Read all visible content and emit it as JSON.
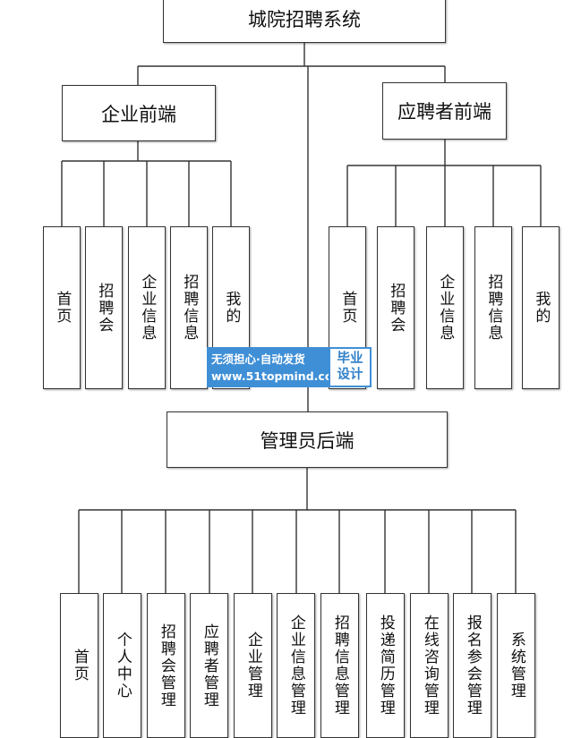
{
  "diagram": {
    "title": "城院招聘系统",
    "enterprise": {
      "label": "企业前端",
      "items": [
        "首页",
        "招聘会",
        "企业信息",
        "招聘信息",
        "我的"
      ]
    },
    "applicant": {
      "label": "应聘者前端",
      "items": [
        "首页",
        "招聘会",
        "企业信息",
        "招聘信息",
        "我的"
      ]
    },
    "admin": {
      "label": "管理员后端",
      "items": [
        "首页",
        "个人中心",
        "招聘会管理",
        "应聘者管理",
        "企业管理",
        "企业信息管理",
        "招聘信息管理",
        "投递简历管理",
        "在线咨询管理",
        "报名参会管理",
        "系统管理"
      ]
    }
  },
  "watermark": {
    "line1": "无须担心·自动发货",
    "line2": "www.51topmind.com",
    "badge_line1": "毕业",
    "badge_line2": "设计"
  },
  "colors": {
    "line": "#333333",
    "watermark": "#3f8fd6"
  }
}
